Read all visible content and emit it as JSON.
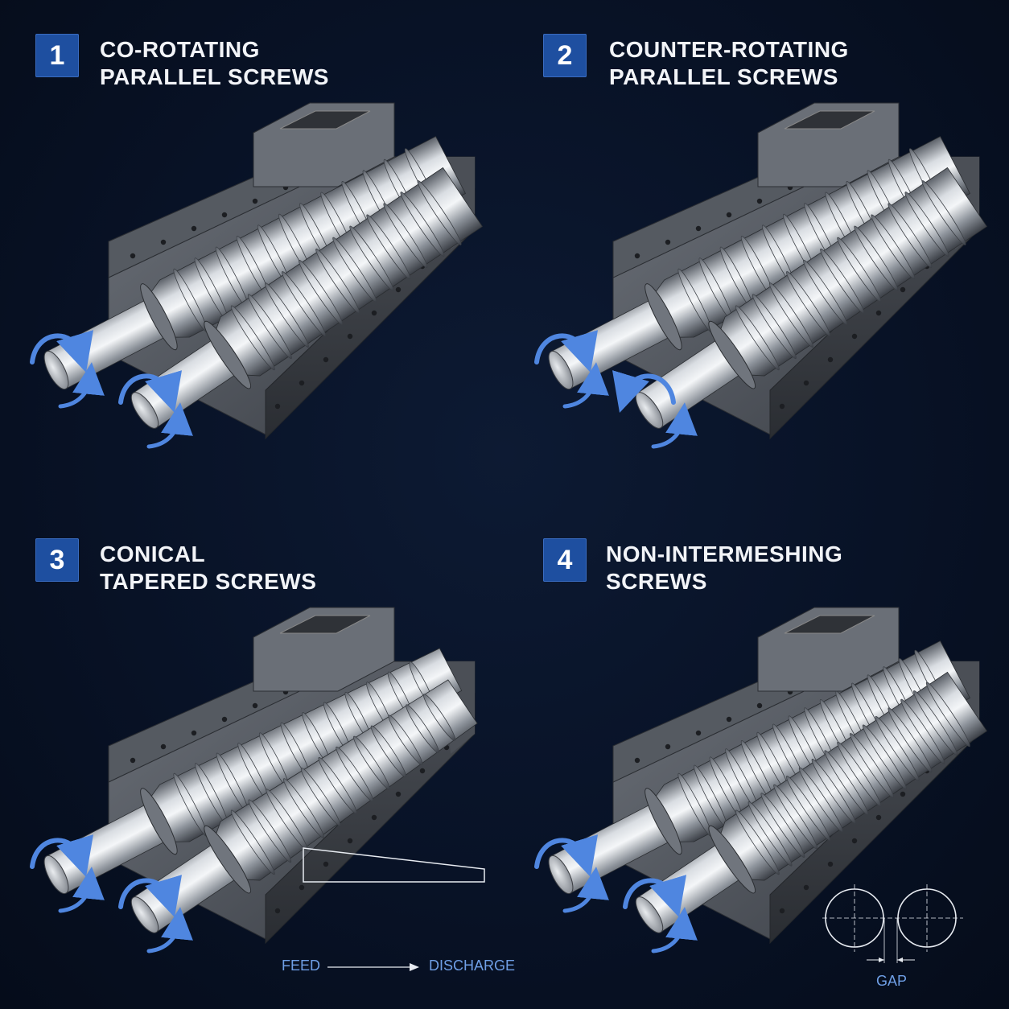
{
  "panels": [
    {
      "number": "1",
      "title_line1": "CO-ROTATING",
      "title_line2": "PARALLEL SCREWS"
    },
    {
      "number": "2",
      "title_line1": "COUNTER-ROTATING",
      "title_line2": "PARALLEL SCREWS"
    },
    {
      "number": "3",
      "title_line1": "CONICAL",
      "title_line2": "TAPERED SCREWS"
    },
    {
      "number": "4",
      "title_line1": "NON-INTERMESHING",
      "title_line2": "SCREWS"
    }
  ],
  "taper_diagram": {
    "feed_label": "FEED",
    "discharge_label": "DISCHARGE"
  },
  "gap_diagram": {
    "gap_label": "GAP"
  },
  "colors": {
    "badge": "#1e4fa0",
    "arrow": "#4f86e0",
    "background": "#081226",
    "steel": "#9aa0a8"
  }
}
